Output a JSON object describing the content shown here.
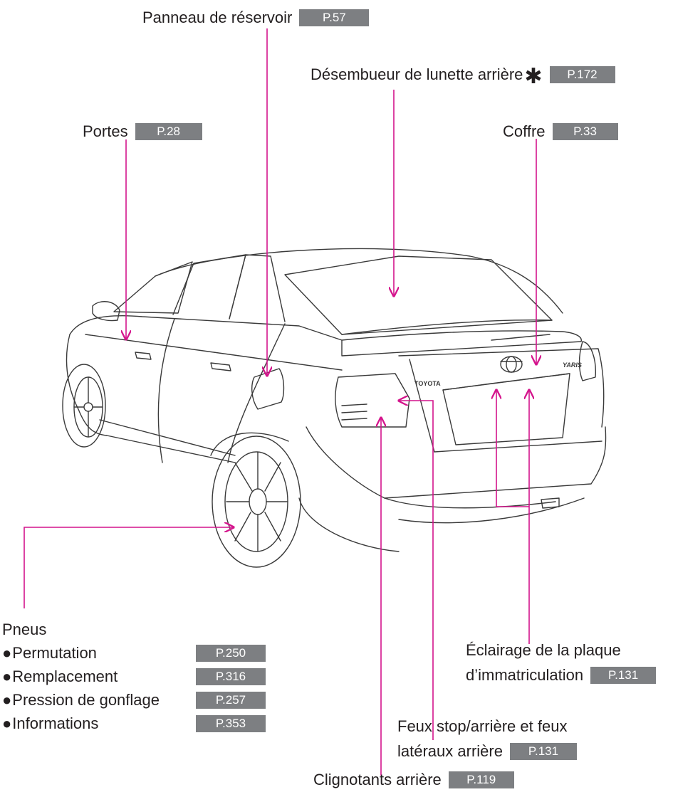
{
  "labels": {
    "reservoir": {
      "text": "Panneau de réservoir",
      "page": "P.57"
    },
    "desembueur": {
      "text": "Désembueur de lunette arrière",
      "star": "✱",
      "page": "P.172"
    },
    "portes": {
      "text": "Portes",
      "page": "P.28"
    },
    "coffre": {
      "text": "Coffre",
      "page": "P.33"
    },
    "eclairage": {
      "line1": "Éclairage de la plaque",
      "line2": "d’immatriculation",
      "page": "P.131"
    },
    "feux": {
      "line1": "Feux stop/arrière et feux",
      "line2": "latéraux arrière",
      "page": "P.131"
    },
    "clignotants": {
      "text": "Clignotants arrière",
      "page": "P.119"
    }
  },
  "pneus": {
    "title": "Pneus",
    "bullet": "●",
    "items": [
      {
        "label": "Permutation",
        "page": "P.250"
      },
      {
        "label": "Remplacement",
        "page": "P.316"
      },
      {
        "label": "Pression de gonflage",
        "page": "P.257"
      },
      {
        "label": "Informations",
        "page": "P.353"
      }
    ]
  },
  "car": {
    "badge_left": "TOYOTA",
    "badge_right": "YARIS"
  },
  "colors": {
    "leader": "#d4148c",
    "tag_bg": "#7d7f82",
    "line_art": "#3a3a3a"
  }
}
